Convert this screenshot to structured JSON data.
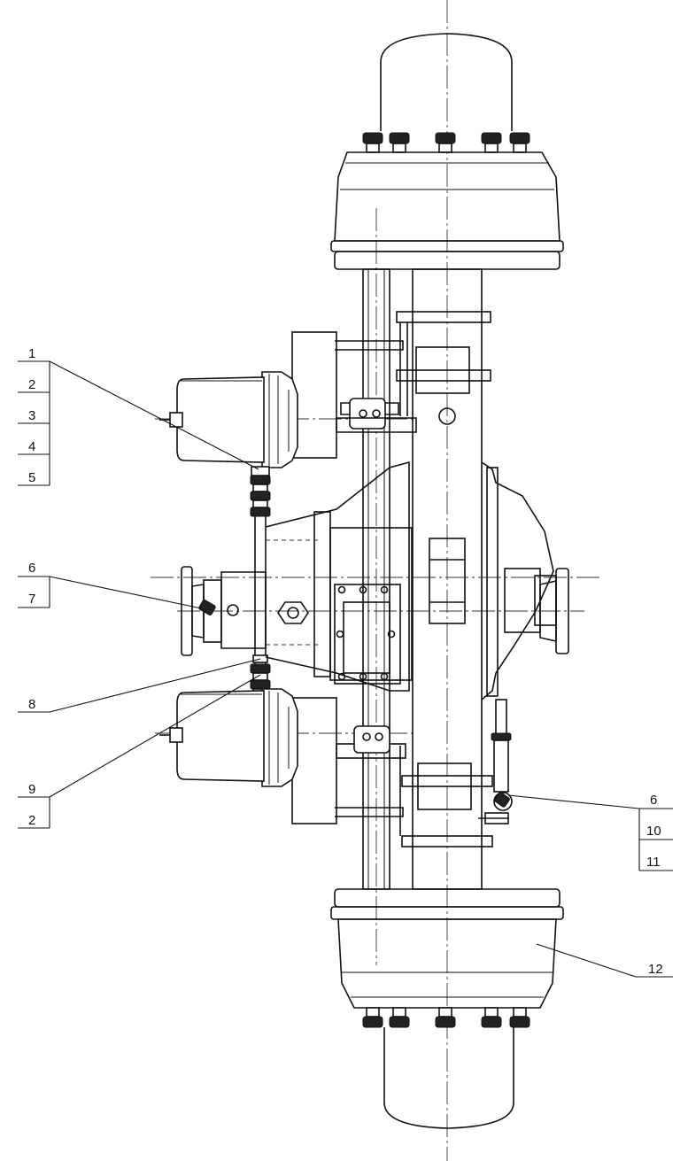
{
  "callouts": {
    "left": [
      "1",
      "2",
      "3",
      "4",
      "5",
      "6",
      "7",
      "8",
      "9",
      "2"
    ],
    "right": [
      "6",
      "10",
      "11",
      "12"
    ]
  }
}
